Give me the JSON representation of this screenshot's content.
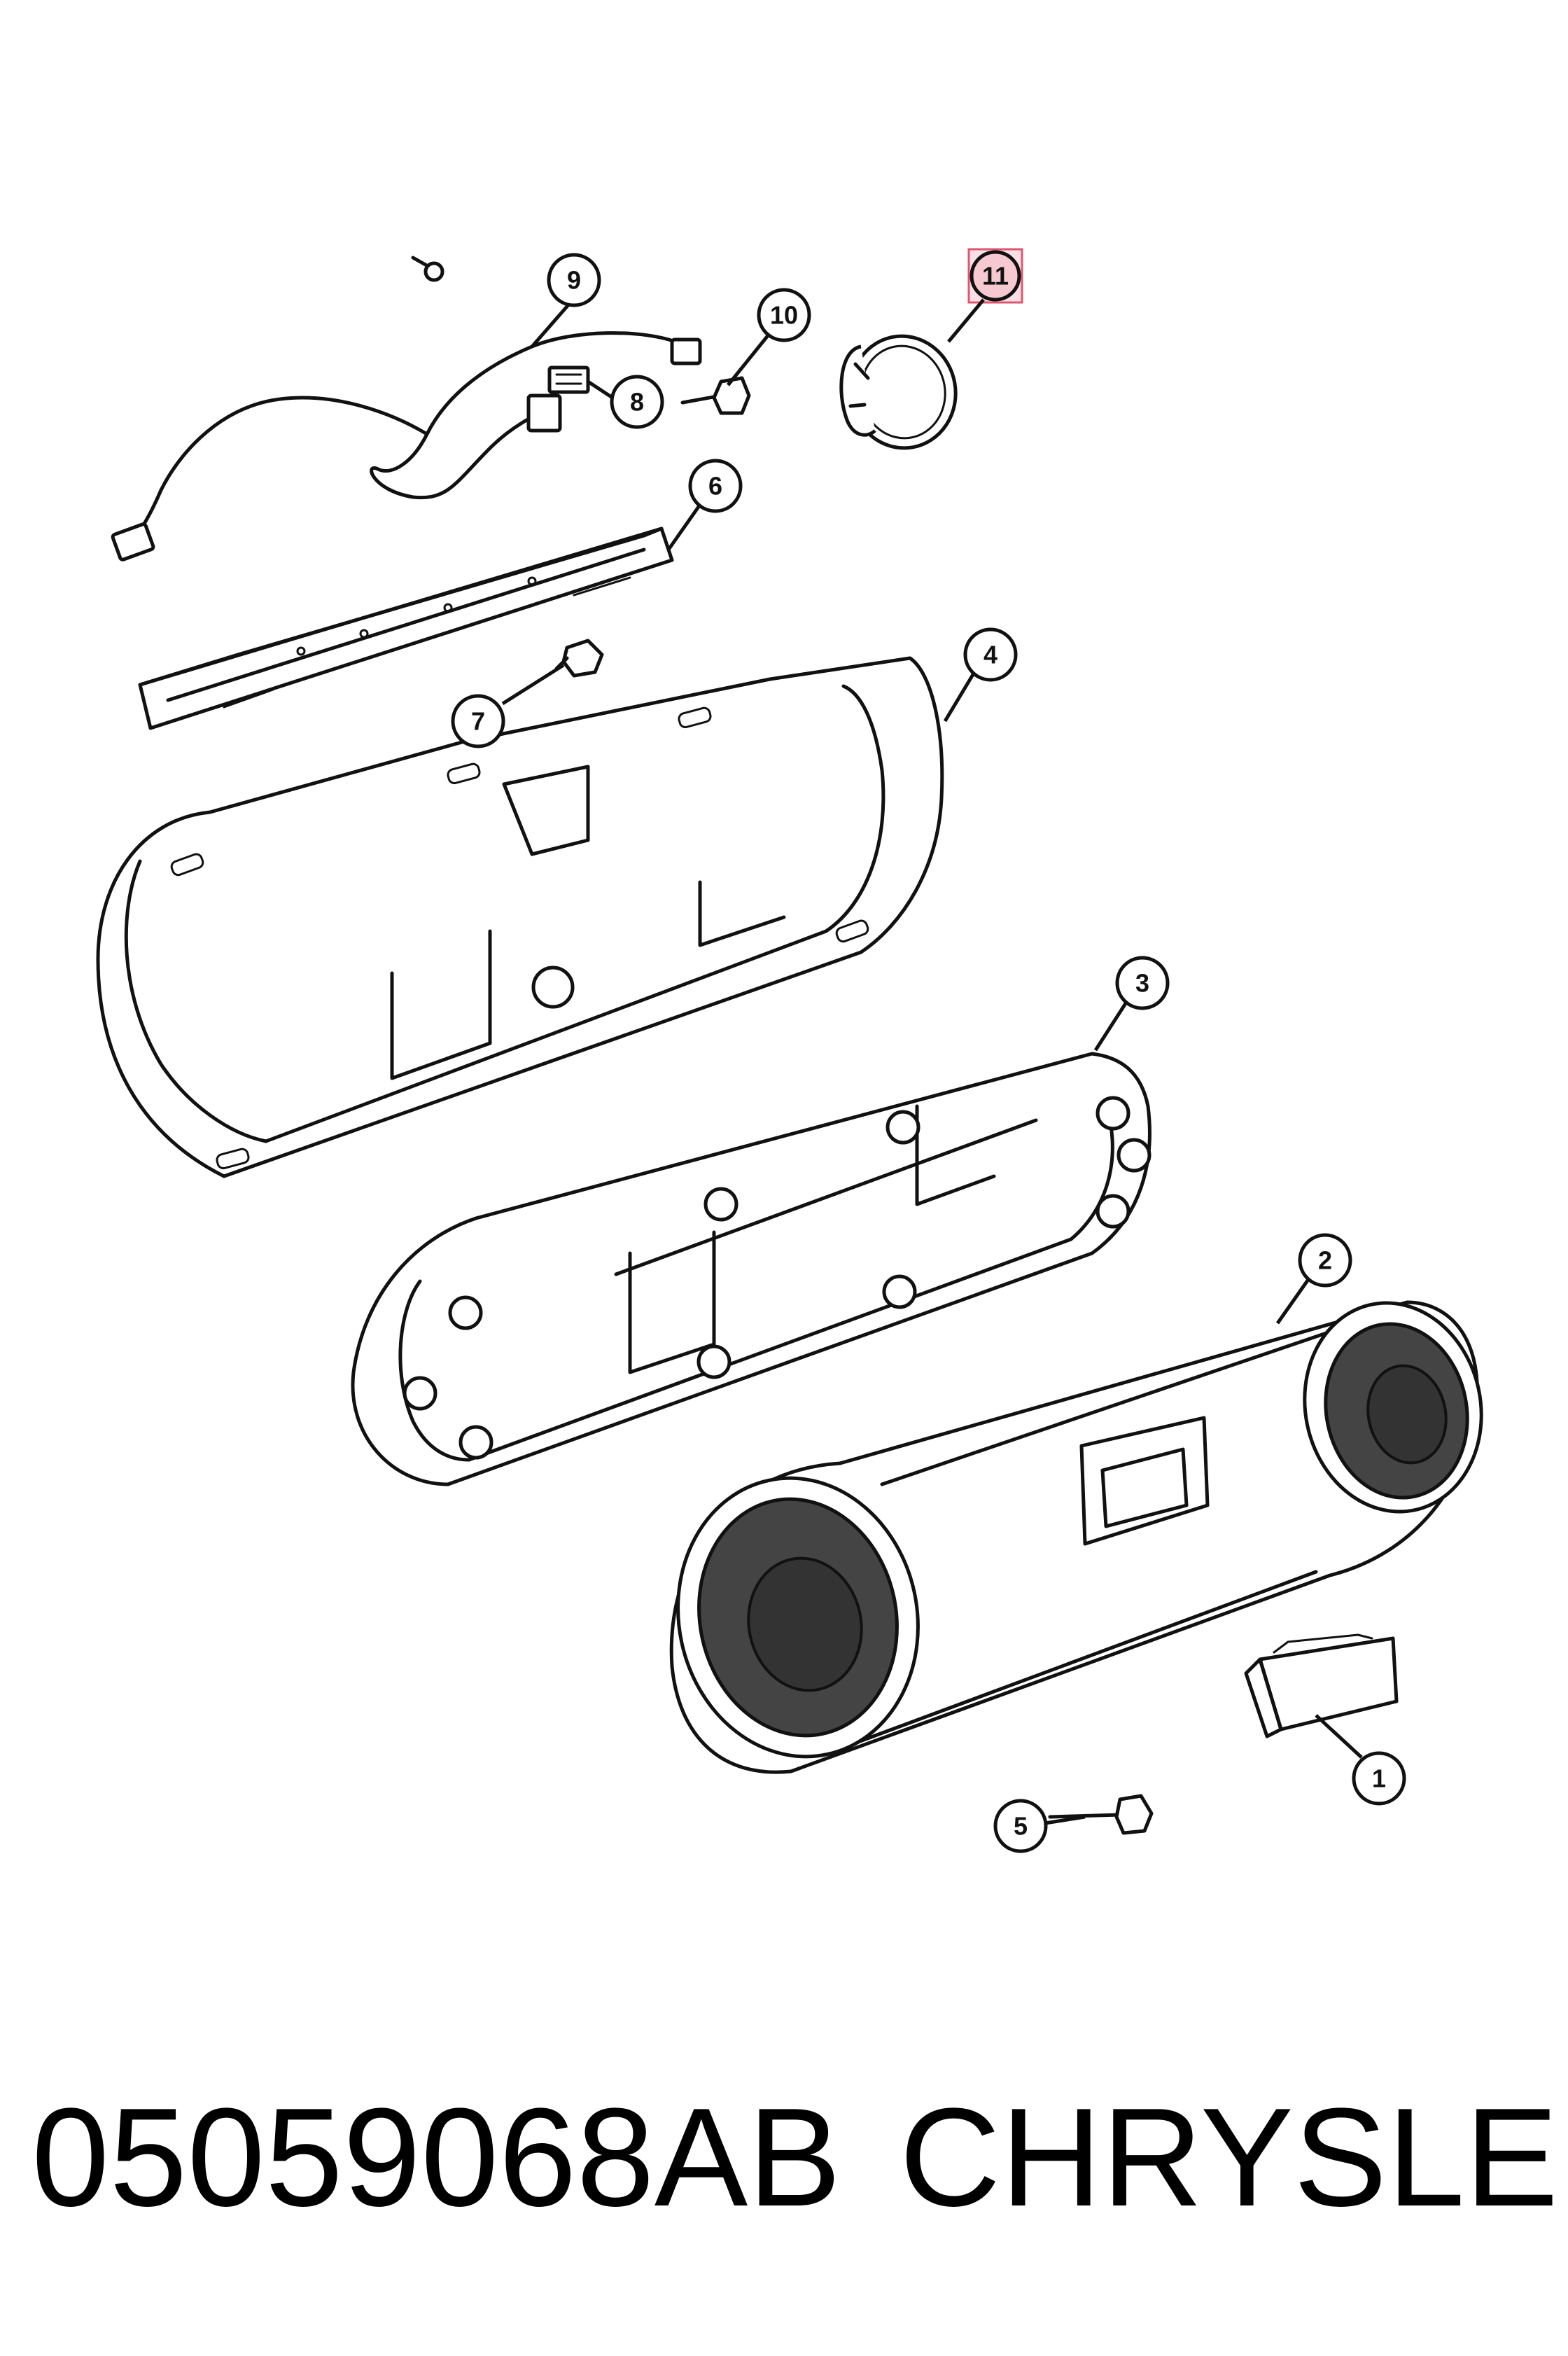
{
  "diagram": {
    "part_number": "05059068AB",
    "brand": "CHRYSLER",
    "highlighted_callout": "11",
    "callouts": [
      {
        "id": "c1",
        "label": "1"
      },
      {
        "id": "c2",
        "label": "2"
      },
      {
        "id": "c3",
        "label": "3"
      },
      {
        "id": "c4",
        "label": "4"
      },
      {
        "id": "c5",
        "label": "5"
      },
      {
        "id": "c6",
        "label": "6"
      },
      {
        "id": "c7",
        "label": "7"
      },
      {
        "id": "c8",
        "label": "8"
      },
      {
        "id": "c9",
        "label": "9"
      },
      {
        "id": "c10",
        "label": "10"
      },
      {
        "id": "c11",
        "label": "11"
      }
    ],
    "colors": {
      "line": "#111111",
      "highlight_fill": "#f6c8d0",
      "highlight_stroke": "#e05570",
      "background": "#ffffff"
    }
  }
}
